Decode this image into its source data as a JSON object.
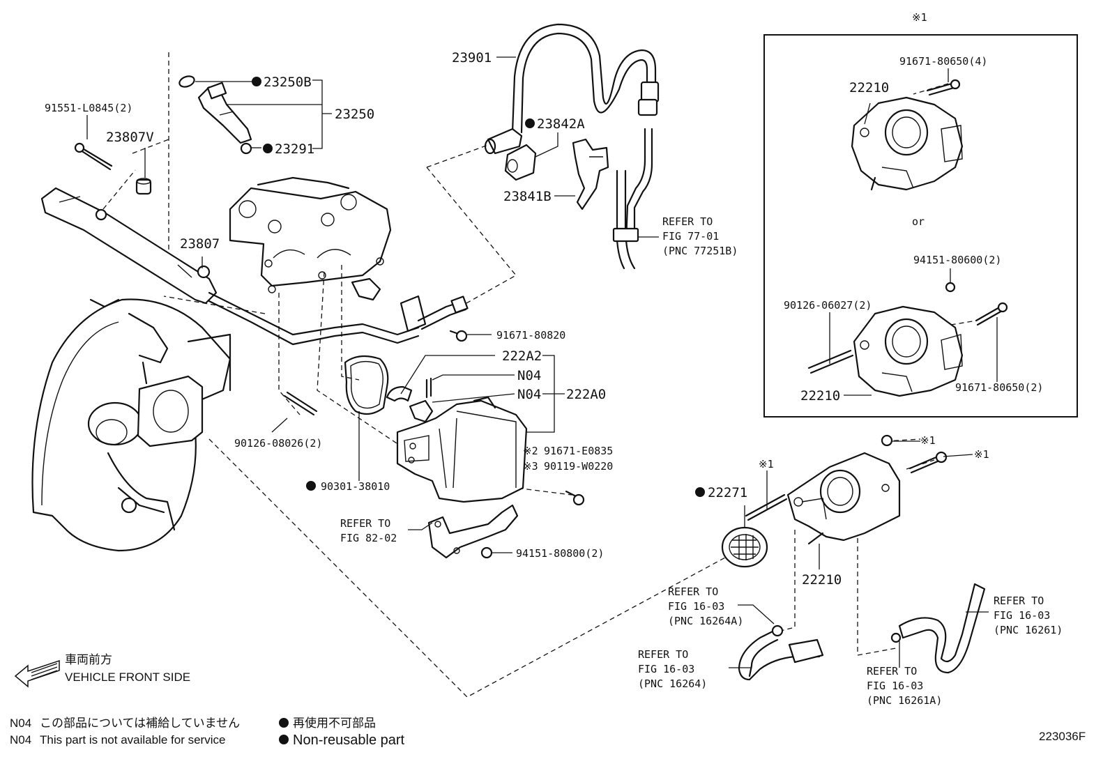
{
  "figure_id": "223036F",
  "header_marker": "※1",
  "labels": {
    "p23250B": "23250B",
    "p23250": "23250",
    "p23291": "23291",
    "p91551": "91551-L0845(2)",
    "p23807V": "23807V",
    "p23807": "23807",
    "p23901": "23901",
    "p23842A": "23842A",
    "p23841B": "23841B",
    "p91671_80820": "91671-80820",
    "p222A2": "222A2",
    "p222A0": "222A0",
    "pN04a": "N04",
    "pN04b": "N04",
    "p90126_08026": "90126-08026(2)",
    "p90301": "90301-38010",
    "p91671_E0835": "91671-E0835",
    "p90119": "90119-W0220",
    "m2": "※2",
    "m3": "※3",
    "p94151_80800": "94151-80800(2)",
    "p22271": "22271",
    "p22210_main": "22210",
    "m1_a": "※1",
    "m1_b": "※1",
    "m1_c": "※1"
  },
  "refer": {
    "fig77": {
      "l1": "REFER TO",
      "l2": "FIG 77-01",
      "l3": "(PNC 77251B)"
    },
    "fig82": {
      "l1": "REFER TO",
      "l2": "FIG 82-02"
    },
    "fig16a": {
      "l1": "REFER TO",
      "l2": "FIG 16-03",
      "l3": "(PNC 16264A)"
    },
    "fig16b": {
      "l1": "REFER TO",
      "l2": "FIG 16-03",
      "l3": "(PNC 16264)"
    },
    "fig16c": {
      "l1": "REFER TO",
      "l2": "FIG 16-03",
      "l3": "(PNC 16261)"
    },
    "fig16d": {
      "l1": "REFER TO",
      "l2": "FIG 16-03",
      "l3": "(PNC 16261A)"
    }
  },
  "inset": {
    "p91671_80650_4": "91671-80650(4)",
    "p22210_a": "22210",
    "or": "or",
    "p94151_80600": "94151-80600(2)",
    "p90126_06027": "90126-06027(2)",
    "p22210_b": "22210",
    "p91671_80650_2": "91671-80650(2)"
  },
  "direction": {
    "jp": "車両前方",
    "en": "VEHICLE FRONT SIDE"
  },
  "legend": {
    "n04_code": "N04",
    "n04_jp": "この部品については補給していません",
    "n04_code2": "N04",
    "n04_en": "This part is not available for service",
    "dot_jp": "再使用不可部品",
    "dot_en": "Non-reusable part"
  }
}
